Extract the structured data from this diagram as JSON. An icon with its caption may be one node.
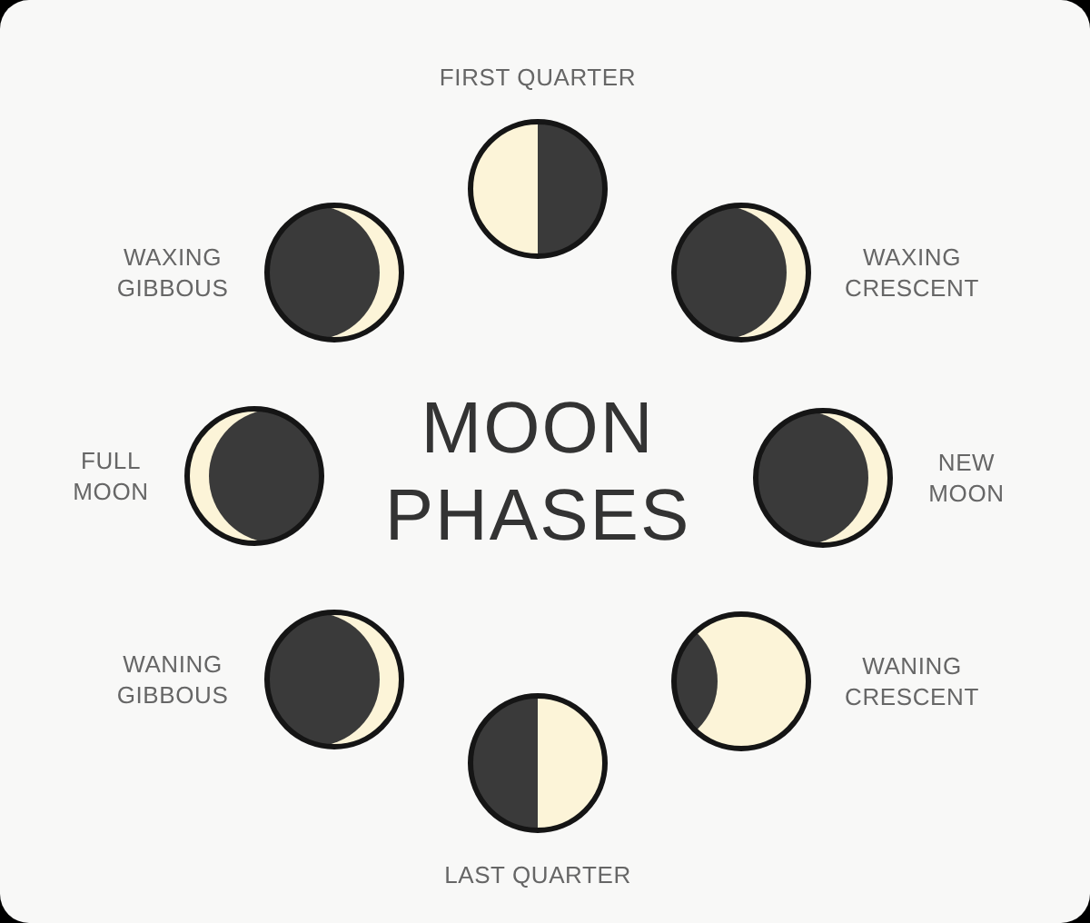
{
  "diagram": {
    "title": "MOON PHASES",
    "nodes": [
      {
        "text": [
          "FIRST QUARTER"
        ]
      },
      {
        "text": [
          "WAXING CRESCENT"
        ]
      },
      {
        "text": [
          "NEW MOON"
        ]
      },
      {
        "text": [
          "WANING CRESCENT"
        ]
      },
      {
        "text": [
          "LAST QUARTER"
        ]
      },
      {
        "text": [
          "WANING GIBBOUS"
        ]
      },
      {
        "text": [
          "FULL MOON"
        ]
      },
      {
        "text": [
          "WAXING GIBBOUS"
        ]
      }
    ]
  }
}
